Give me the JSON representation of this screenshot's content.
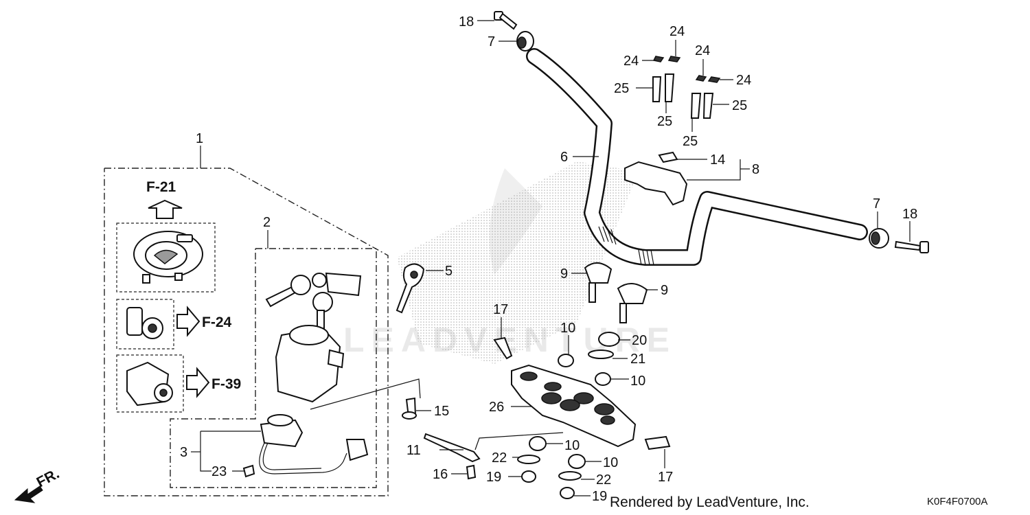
{
  "diagram": {
    "part_callouts": {
      "c1": "1",
      "c2": "2",
      "c3": "3",
      "c5": "5",
      "c6": "6",
      "c7a": "7",
      "c7b": "7",
      "c8": "8",
      "c9a": "9",
      "c9b": "9",
      "c10a": "10",
      "c10b": "10",
      "c10c": "10",
      "c10d": "10",
      "c11": "11",
      "c14": "14",
      "c15": "15",
      "c16": "16",
      "c17a": "17",
      "c17b": "17",
      "c18a": "18",
      "c18b": "18",
      "c19a": "19",
      "c19b": "19",
      "c20": "20",
      "c21": "21",
      "c22a": "22",
      "c22b": "22",
      "c23": "23",
      "c24a": "24",
      "c24b": "24",
      "c24c": "24",
      "c24d": "24",
      "c25a": "25",
      "c25b": "25",
      "c25c": "25",
      "c25d": "25",
      "c26": "26"
    },
    "section_refs": {
      "f21": "F-21",
      "f24": "F-24",
      "f39": "F-39"
    },
    "front_indicator": "FR.",
    "watermark": "LEADVENTURE",
    "footer_credit": "Rendered by LeadVenture, Inc.",
    "diagram_code": "K0F4F0700A"
  }
}
